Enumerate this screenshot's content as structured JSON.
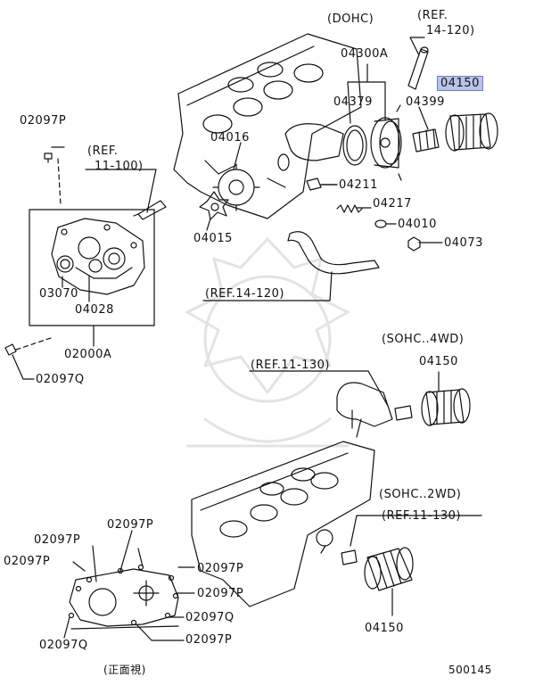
{
  "variants": {
    "dohc": "(DOHC)",
    "sohc_4wd": "(SOHC..4WD)",
    "sohc_2wd": "(SOHC..2WD)"
  },
  "refs": {
    "ref_14_120_top_a": "(REF.",
    "ref_14_120_top_b": "14-120)",
    "ref_11_100_a": "(REF.",
    "ref_11_100_b": "11-100)",
    "ref_14_120_mid": "(REF.14-120)",
    "ref_11_130_mid": "(REF.11-130)",
    "ref_11_130_low": "(REF.11-130)"
  },
  "parts": {
    "p04300A": "04300A",
    "p04150_hl": "04150",
    "p04379": "04379",
    "p04399": "04399",
    "p04016": "04016",
    "p04211": "04211",
    "p04217": "04217",
    "p04010": "04010",
    "p04073": "04073",
    "p04015": "04015",
    "p02097P_top": "02097P",
    "p03070": "03070",
    "p04028": "04028",
    "p02000A": "02000A",
    "p02097Q_left": "02097Q",
    "p04150_4wd": "04150",
    "p04150_2wd": "04150",
    "p02097P_a": "02097P",
    "p02097P_b": "02097P",
    "p02097P_c": "02097P",
    "p02097P_d": "02097P",
    "p02097P_e": "02097P",
    "p02097P_f": "02097P",
    "p02097Q_a": "02097Q",
    "p02097Q_b": "02097Q"
  },
  "footer": {
    "view_label": "(正面視)",
    "diagram_number": "500145"
  },
  "colors": {
    "line": "#111111",
    "highlight": "#b9c4ea",
    "watermark": "#e6e6e6"
  }
}
